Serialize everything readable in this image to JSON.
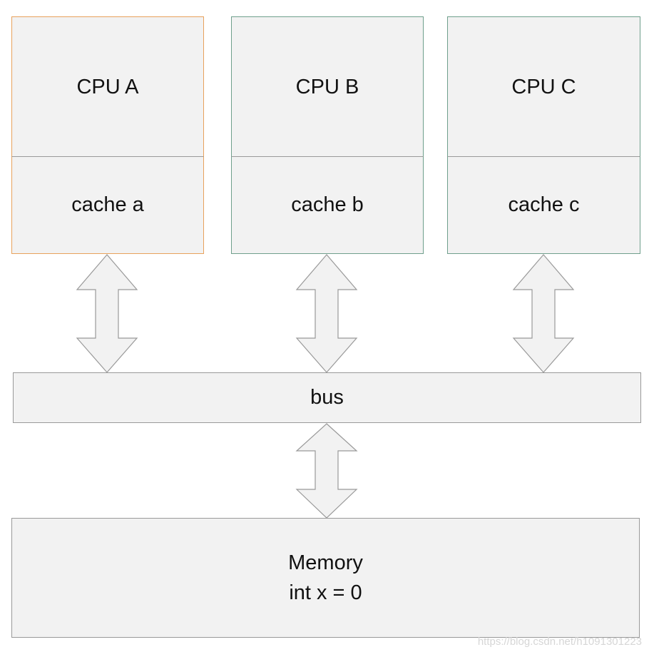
{
  "cpus": [
    {
      "cpu_label": "CPU A",
      "cache_label": "cache a",
      "border_color": "#e8a25c"
    },
    {
      "cpu_label": "CPU B",
      "cache_label": "cache b",
      "border_color": "#6f9f8c"
    },
    {
      "cpu_label": "CPU C",
      "cache_label": "cache c",
      "border_color": "#6f9f8c"
    }
  ],
  "bus": {
    "label": "bus"
  },
  "memory": {
    "line1": "Memory",
    "line2": "int x = 0"
  },
  "watermark": "https://blog.csdn.net/h1091301223",
  "colors": {
    "fill": "#f2f2f2",
    "stroke": "#999999"
  }
}
